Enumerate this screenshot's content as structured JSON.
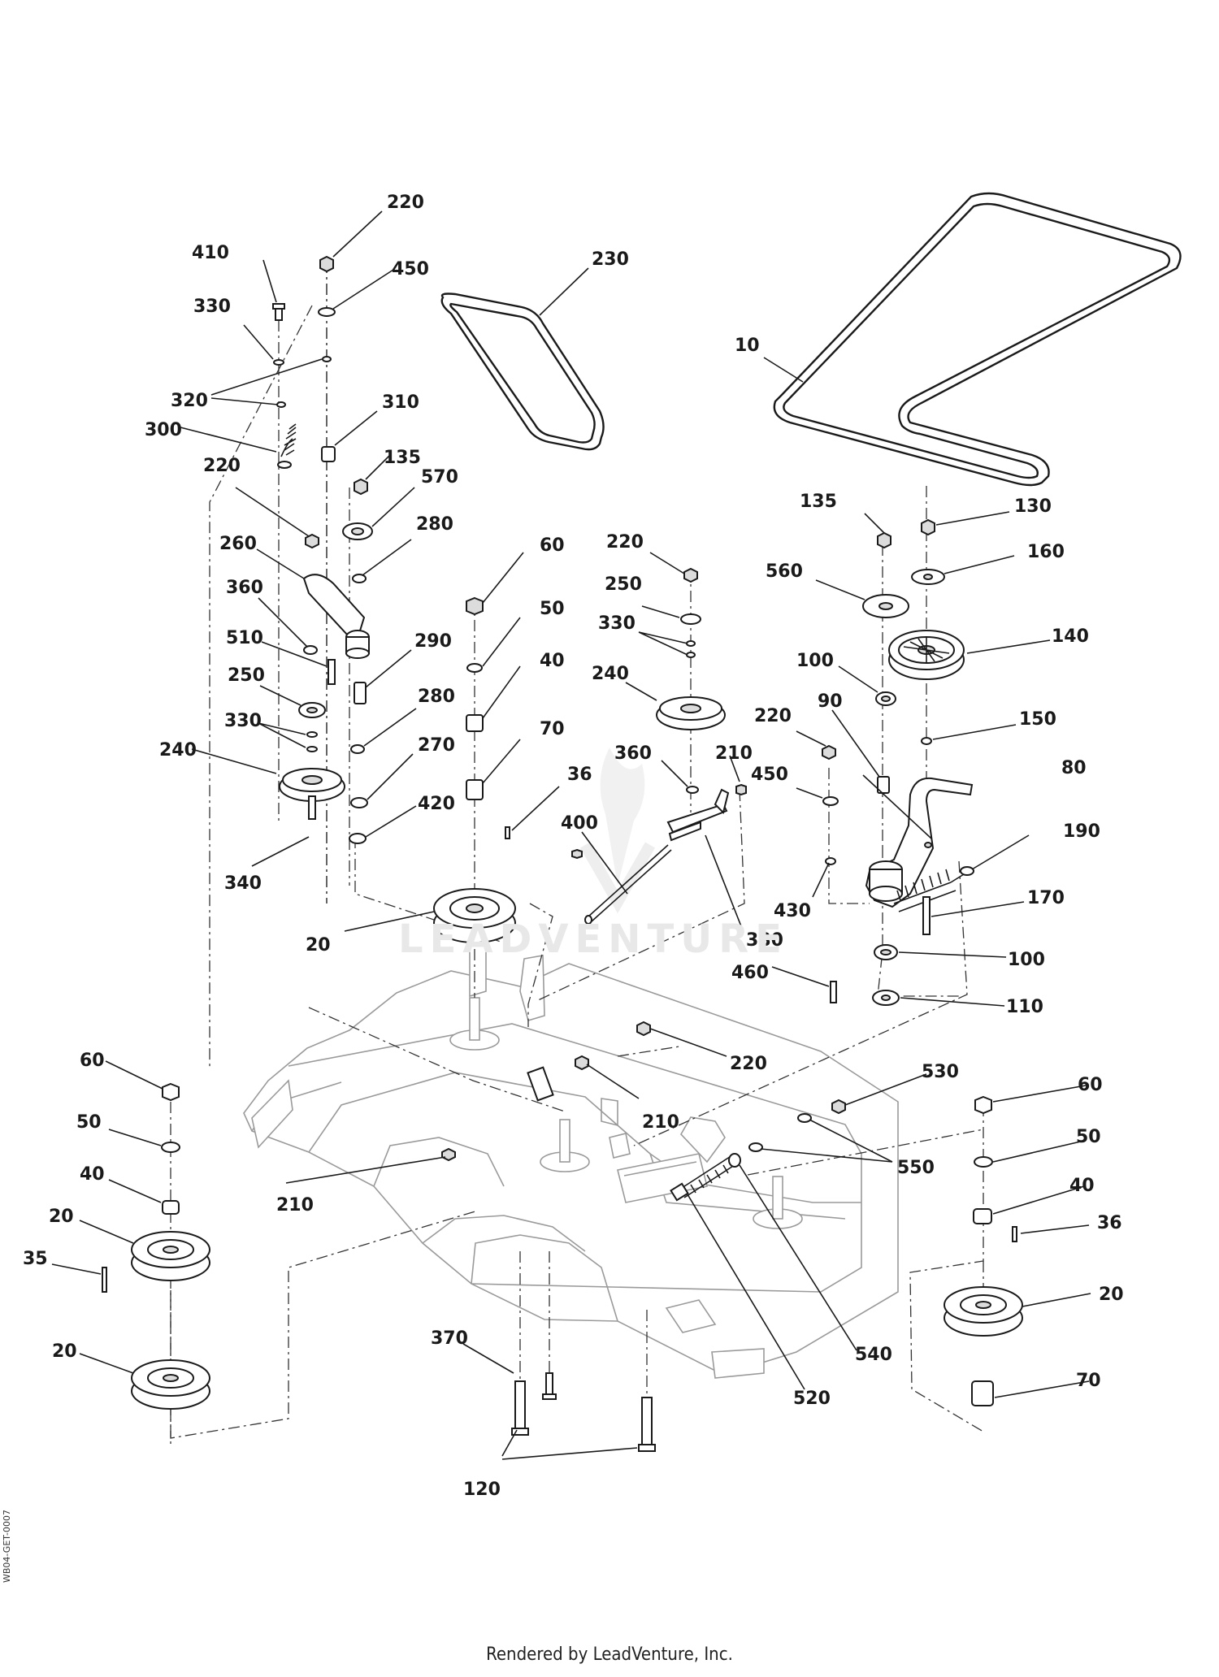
{
  "labels": {
    "l220a": "220",
    "l410": "410",
    "l450a": "450",
    "l330a": "330",
    "l320": "320",
    "l300": "300",
    "l310": "310",
    "l230": "230",
    "l10": "10",
    "l135a": "135",
    "l570": "570",
    "l220b": "220",
    "l280a": "280",
    "l260": "260",
    "l360a": "360",
    "l510": "510",
    "l290": "290",
    "l250a": "250",
    "l280b": "280",
    "l330b": "330",
    "l240a": "240",
    "l270": "270",
    "l420": "420",
    "l340": "340",
    "l60a": "60",
    "l50a": "50",
    "l40a": "40",
    "l70a": "70",
    "l36a": "36",
    "l20a": "20",
    "l220c": "220",
    "l250b": "250",
    "l330c": "330",
    "l240b": "240",
    "l360b": "360",
    "l210a": "210",
    "l400": "400",
    "l380": "380",
    "l135b": "135",
    "l130": "130",
    "l160": "160",
    "l560": "560",
    "l140": "140",
    "l100a": "100",
    "l90": "90",
    "l150": "150",
    "l220d": "220",
    "l450b": "450",
    "l80": "80",
    "l190": "190",
    "l430": "430",
    "l170": "170",
    "l100b": "100",
    "l460": "460",
    "l110": "110",
    "l220e": "220",
    "l210b": "210",
    "l210c": "210",
    "l530": "530",
    "l550": "550",
    "l60b": "60",
    "l50b": "50",
    "l40b": "40",
    "l20b": "20",
    "l35": "35",
    "l20c": "20",
    "l370": "370",
    "l120": "120",
    "l520": "520",
    "l540": "540",
    "l60c": "60",
    "l50c": "50",
    "l40c": "40",
    "l36b": "36",
    "l20d": "20",
    "l70b": "70"
  },
  "footer": {
    "rendered_by": "Rendered by LeadVenture, Inc."
  },
  "drawing_code": "WB04-GET-0007",
  "watermark": "LEADVENTURE"
}
